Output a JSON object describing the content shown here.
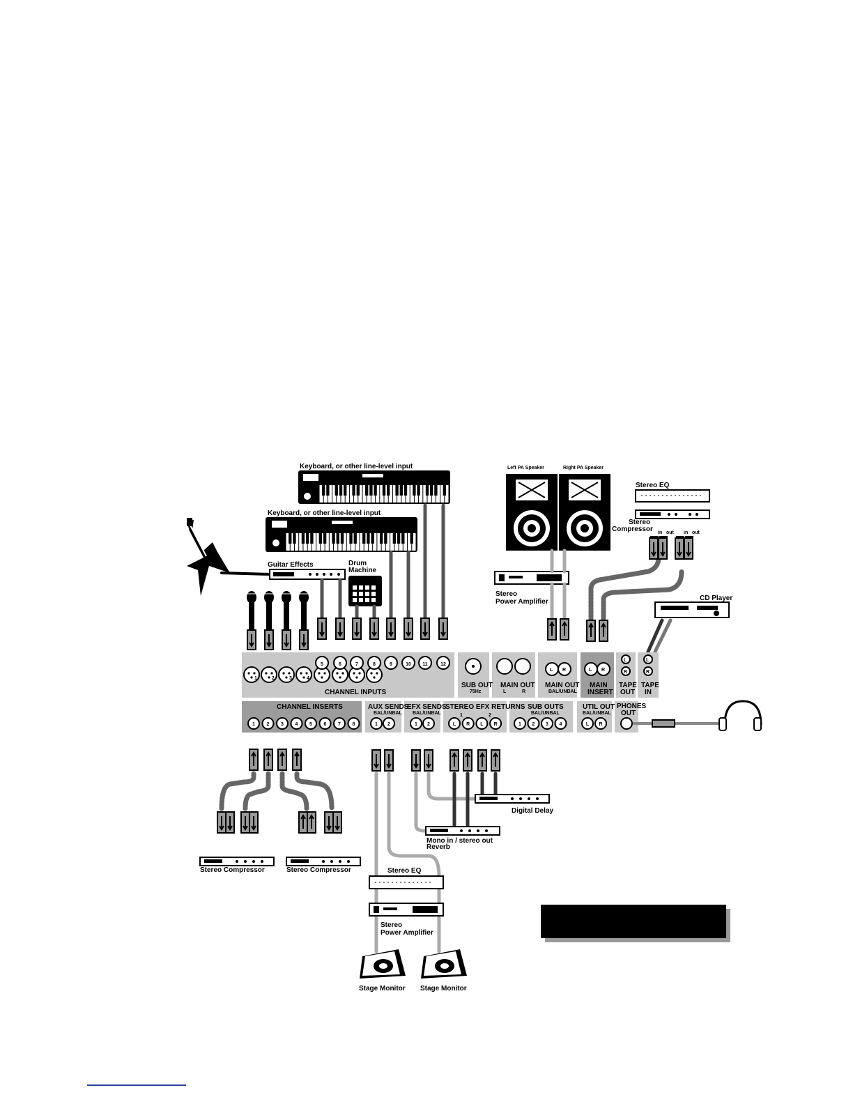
{
  "devices": {
    "keyboard_top": "Keyboard, or other line-level input",
    "keyboard_bottom": "Keyboard, or other line-level input",
    "guitar_effects": "Guitar Effects",
    "drum_machine": [
      "Drum",
      "Machine"
    ],
    "left_speaker": "Left PA Speaker",
    "right_speaker": "Right PA Speaker",
    "stereo_eq_top": "Stereo EQ",
    "stereo_compressor_top": [
      "Stereo",
      "Compressor"
    ],
    "power_amp_top": [
      "Stereo",
      "Power Amplifier"
    ],
    "cd_player": "CD Player",
    "digital_delay": "Digital Delay",
    "reverb": [
      "Mono in / stereo out",
      "Reverb"
    ],
    "stereo_compressor_left": "Stereo Compressor",
    "stereo_compressor_right": "Stereo Compressor",
    "stereo_eq_bottom": "Stereo EQ",
    "power_amp_bottom": [
      "Stereo",
      "Power Amplifier"
    ],
    "stage_monitor_1": "Stage Monitor",
    "stage_monitor_2": "Stage Monitor",
    "insert_in": "in",
    "insert_out": "out"
  },
  "panel_top": {
    "channel_inputs": "CHANNEL INPUTS",
    "channel_numbers": [
      "1",
      "2",
      "3",
      "4",
      "5",
      "6",
      "7",
      "8",
      "9",
      "10",
      "11",
      "12"
    ],
    "sub_out": "SUB OUT",
    "sub_out_sub": "75Hz",
    "main_out_xlr": "MAIN OUT",
    "main_out_xlr_l": "L",
    "main_out_xlr_r": "R",
    "main_out": "MAIN OUT",
    "main_out_sub": "BAL/UNBAL",
    "main_insert": [
      "MAIN",
      "INSERT"
    ],
    "tape_out": [
      "TAPE",
      "OUT"
    ],
    "tape_in": [
      "TAPE",
      "IN"
    ],
    "l": "L",
    "r": "R"
  },
  "panel_bottom": {
    "channel_inserts": "CHANNEL INSERTS",
    "insert_numbers": [
      "1",
      "2",
      "3",
      "4",
      "5",
      "6",
      "7",
      "8"
    ],
    "aux_sends": "AUX  SENDS",
    "aux_sub": "BAL/UNBAL",
    "aux_numbers": [
      "1",
      "2"
    ],
    "efx_sends": "EFX  SENDS",
    "efx_sub": "BAL/UNBAL",
    "efx_numbers": [
      "1",
      "2"
    ],
    "stereo_efx_returns": "STEREO EFX RETURNS",
    "return_groups": [
      "1",
      "2"
    ],
    "return_jacks": [
      "L",
      "R",
      "L",
      "R"
    ],
    "sub_outs": "SUB OUTS",
    "sub_outs_sub": "BAL/UNBAL",
    "sub_numbers": [
      "1",
      "2",
      "3",
      "4"
    ],
    "util_out": "UTIL OUT",
    "util_sub": "BAL/UNBAL",
    "util_jacks": [
      "L",
      "R"
    ],
    "phones_out": [
      "PHONES",
      "OUT"
    ]
  }
}
